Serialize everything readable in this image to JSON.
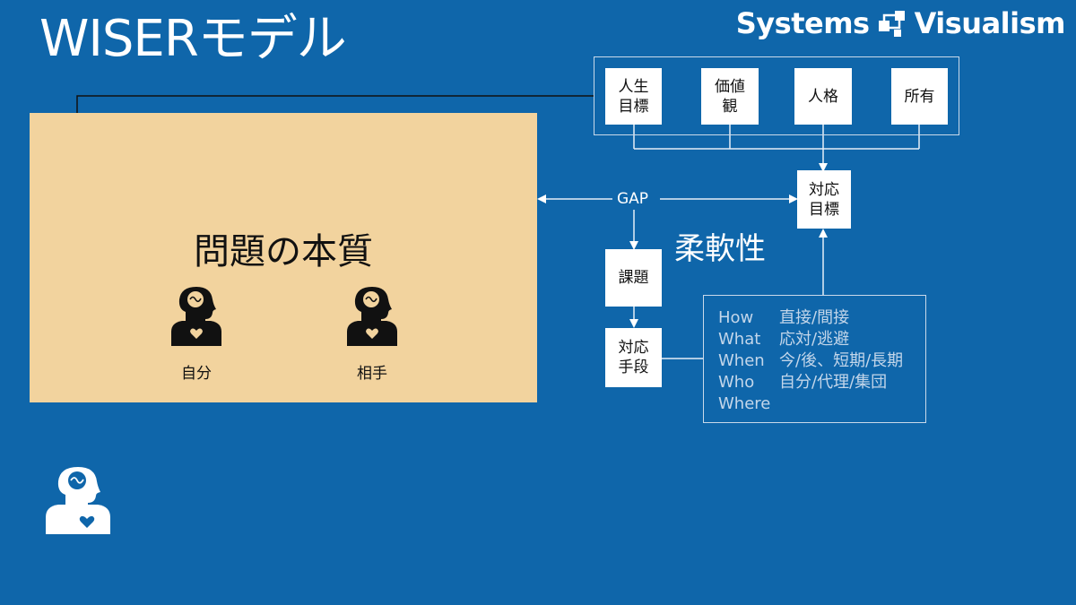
{
  "header": {
    "title": "WISERモデル",
    "brand_left": "Systems",
    "brand_right": "Visualism"
  },
  "problem": {
    "title": "問題の本質",
    "persons": [
      "自分",
      "相手"
    ]
  },
  "values": {
    "items": [
      {
        "label": "人生\n目標"
      },
      {
        "label": "価値\n観"
      },
      {
        "label": "人格"
      },
      {
        "label": "所有"
      }
    ]
  },
  "flow": {
    "gap": "GAP",
    "target": "対応\n目標",
    "issue": "課題",
    "means": "対応\n手段",
    "flexibility": "柔軟性"
  },
  "details": {
    "rows": [
      {
        "key": "How",
        "value": "直接/間接"
      },
      {
        "key": "What",
        "value": "応対/逃避"
      },
      {
        "key": "When",
        "value": "今/後、短期/長期"
      },
      {
        "key": "Who",
        "value": "自分/代理/集団"
      },
      {
        "key": "Where",
        "value": ""
      }
    ]
  },
  "colors": {
    "background": "#0f66aa",
    "problem_box": "#f2d39e",
    "box": "#ffffff",
    "line": "#ffffff",
    "detail_text": "#c3d6ea"
  },
  "icons": {
    "person": "brain-heart-person-icon",
    "logo": "systems-visualism-logo-icon"
  }
}
